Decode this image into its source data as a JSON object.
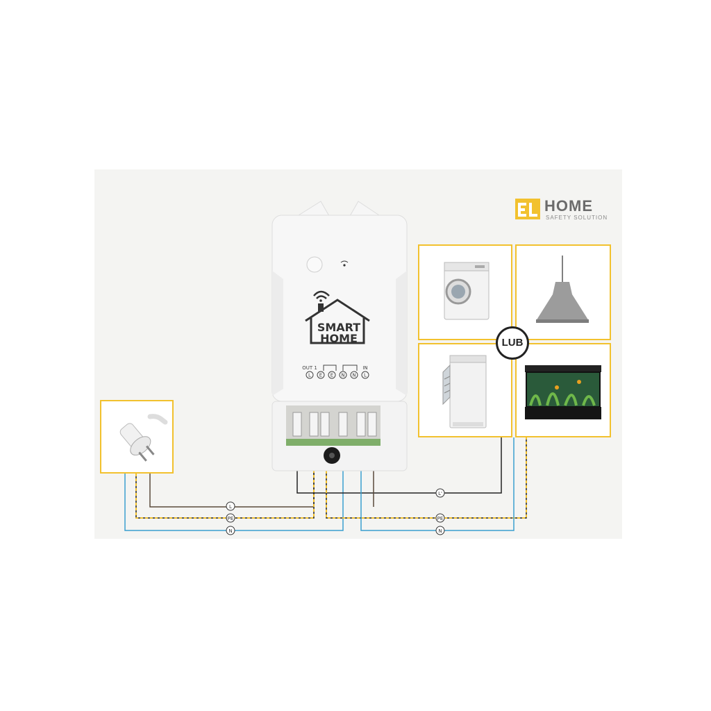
{
  "brand": {
    "mark": "EL",
    "name": "HOME",
    "tagline": "SAFETY SOLUTION",
    "accent_color": "#f2c12e"
  },
  "device": {
    "title_line1": "SMART",
    "title_line2": "HOME",
    "out_label": "OUT 1",
    "in_label": "IN",
    "terminals": [
      "L",
      "E",
      "E",
      "N",
      "N",
      "L"
    ]
  },
  "separator_label": "LUB",
  "wire_labels": {
    "mains_live": "L",
    "mains_earth": "PE",
    "mains_neutral": "N",
    "load_live": "L'",
    "load_earth": "PE",
    "load_neutral": "N"
  },
  "wire_colors": {
    "live": "#5a4a3a",
    "earth": "#f2c12e",
    "neutral": "#3a9fd0",
    "load": "#222222"
  },
  "icons": {
    "plug": "power-plug-icon",
    "washing_machine": "washing-machine-icon",
    "lamp": "pendant-lamp-icon",
    "dishwasher": "dishwasher-icon",
    "aquarium": "aquarium-icon"
  }
}
